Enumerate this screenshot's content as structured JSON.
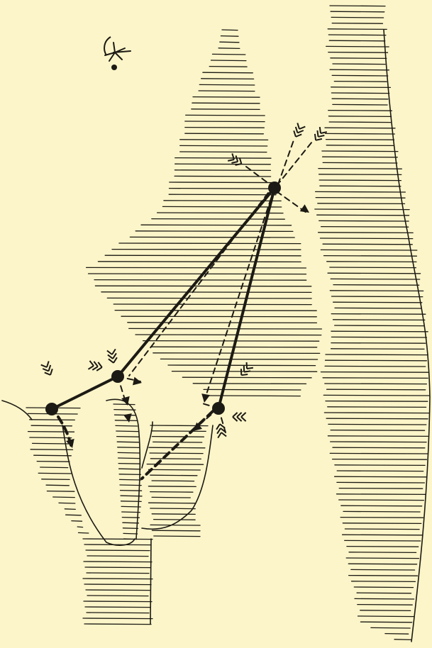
{
  "colors": {
    "paper": "#fcf5c9",
    "ink": "#1c1a14"
  },
  "legend": {
    "solid_line": "",
    "dashed_line": "",
    "arrow_symbol": ""
  },
  "stations": [
    {
      "id": "peak"
    },
    {
      "id": "middle-left"
    },
    {
      "id": "far-left"
    },
    {
      "id": "middle-right"
    }
  ]
}
